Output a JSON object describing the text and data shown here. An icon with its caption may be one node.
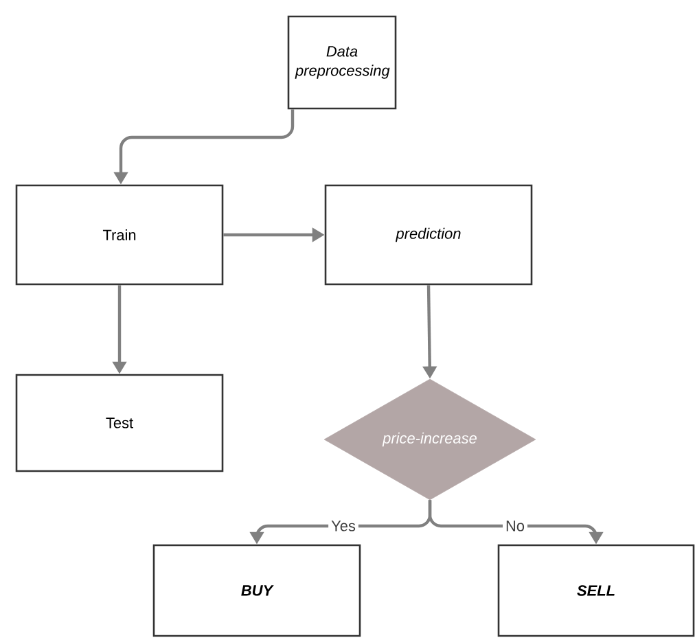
{
  "diagram": {
    "nodes": [
      {
        "text": [
          "Data preprocessing"
        ]
      },
      {
        "text": [
          "Train"
        ]
      },
      {
        "text": [
          "prediction"
        ]
      },
      {
        "text": [
          "Test"
        ]
      },
      {
        "text": [
          "price-increase"
        ]
      },
      {
        "text": [
          "BUY"
        ]
      },
      {
        "text": [
          "SELL"
        ]
      }
    ],
    "edges": [
      {
        "from": 0,
        "to": 1,
        "arrow": "to"
      },
      {
        "from": 1,
        "to": 2,
        "arrow": "to"
      },
      {
        "from": 2,
        "to": 4,
        "arrow": "to"
      },
      {
        "from": 1,
        "to": 3,
        "arrow": "to"
      },
      {
        "from": 4,
        "to": 5,
        "arrow": "to",
        "label": "Yes"
      },
      {
        "from": 4,
        "to": 6,
        "arrow": "to",
        "label": "No"
      }
    ]
  }
}
